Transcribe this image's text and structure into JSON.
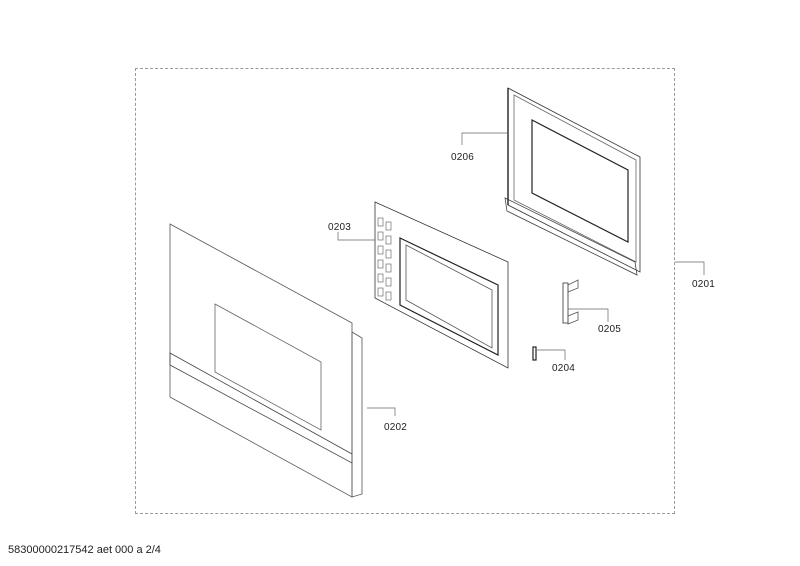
{
  "diagram": {
    "type": "exploded-parts-view",
    "parts": [
      {
        "id": "0201",
        "label": "0201",
        "description": "door assembly (dashed frame)"
      },
      {
        "id": "0202",
        "label": "0202",
        "description": "outer door glass panel"
      },
      {
        "id": "0203",
        "label": "0203",
        "description": "inner door frame with window"
      },
      {
        "id": "0204",
        "label": "0204",
        "description": "spring"
      },
      {
        "id": "0205",
        "label": "0205",
        "description": "hinge / latch bracket"
      },
      {
        "id": "0206",
        "label": "0206",
        "description": "rear door frame"
      }
    ]
  },
  "footer": {
    "document_ref": "58300000217542 aet 000 a 2/4"
  }
}
